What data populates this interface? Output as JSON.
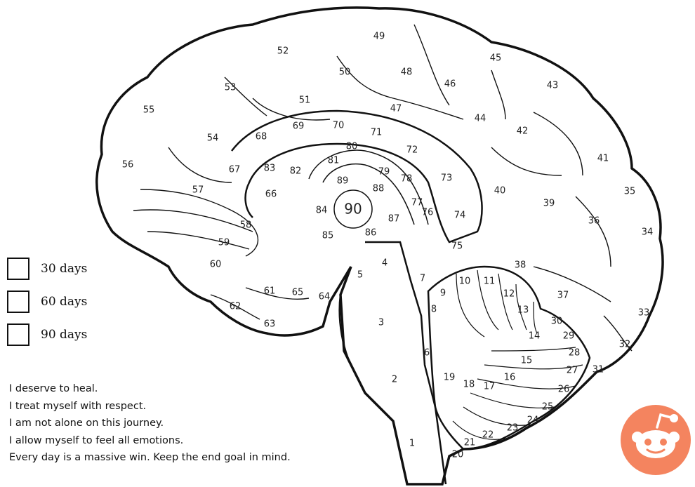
{
  "checklist": [
    {
      "label": "30 days"
    },
    {
      "label": "60 days"
    },
    {
      "label": "90 days"
    }
  ],
  "affirmations": [
    "I deserve to heal.",
    "I treat myself with respect.",
    "I am not alone on this journey.",
    "I allow myself to feel all emotions.",
    "Every day is a massive win. Keep the end goal in mind."
  ],
  "brain_regions": [
    "1",
    "2",
    "3",
    "4",
    "5",
    "6",
    "7",
    "8",
    "9",
    "10",
    "11",
    "12",
    "13",
    "14",
    "15",
    "16",
    "17",
    "18",
    "19",
    "20",
    "21",
    "22",
    "23",
    "24",
    "25",
    "26",
    "27",
    "28",
    "29",
    "30",
    "31",
    "32",
    "33",
    "34",
    "35",
    "36",
    "37",
    "38",
    "39",
    "40",
    "41",
    "42",
    "43",
    "44",
    "45",
    "46",
    "47",
    "48",
    "49",
    "50",
    "51",
    "52",
    "53",
    "54",
    "55",
    "56",
    "57",
    "58",
    "59",
    "60",
    "61",
    "62",
    "63",
    "64",
    "65",
    "66",
    "67",
    "68",
    "69",
    "70",
    "71",
    "72",
    "73",
    "74",
    "75",
    "76",
    "77",
    "78",
    "79",
    "80",
    "81",
    "82",
    "83",
    "84",
    "85",
    "86",
    "87",
    "88",
    "89",
    "90"
  ],
  "colors": {
    "outline": "#111111",
    "logo_orange": "#f4845f"
  },
  "icons": {
    "logo": "reddit-snoo-icon"
  }
}
